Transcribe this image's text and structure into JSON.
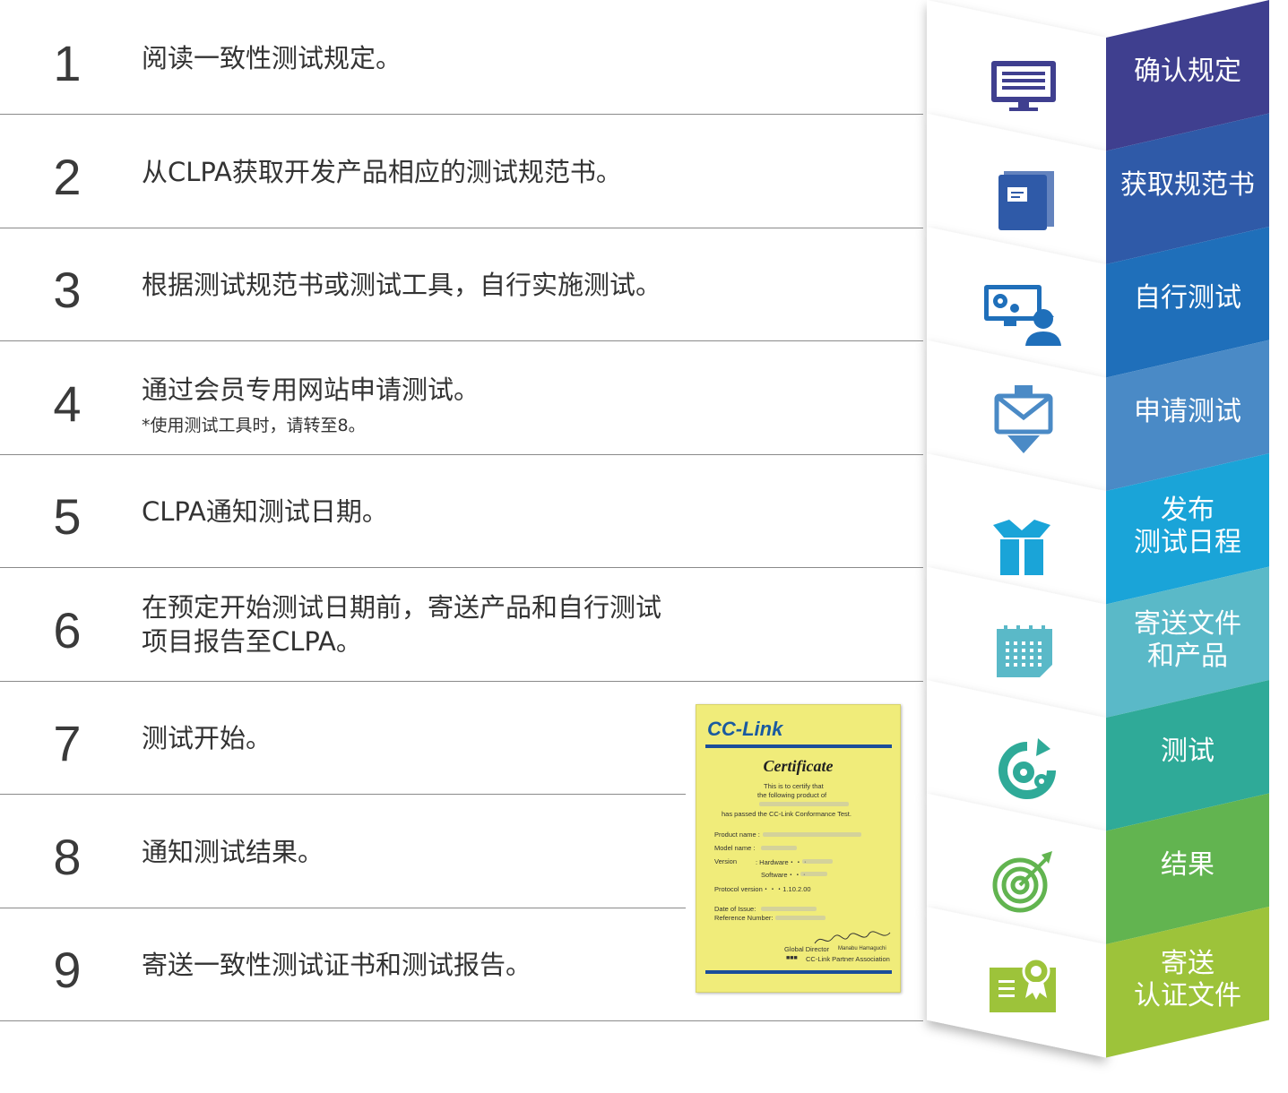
{
  "steps": [
    {
      "num": "1",
      "text": "阅读一致性测试规定。"
    },
    {
      "num": "2",
      "text": "从CLPA获取开发产品相应的测试规范书。"
    },
    {
      "num": "3",
      "text": "根据测试规范书或测试工具，自行实施测试。"
    },
    {
      "num": "4",
      "text": "通过会员专用网站申请测试。",
      "note": "*使用测试工具时，请转至8。"
    },
    {
      "num": "5",
      "text": "CLPA通知测试日期。"
    },
    {
      "num": "6",
      "text": "在预定开始测试日期前，寄送产品和自行测试",
      "text2": "项目报告至CLPA。"
    },
    {
      "num": "7",
      "text": "测试开始。"
    },
    {
      "num": "8",
      "text": "通知测试结果。"
    },
    {
      "num": "9",
      "text": "寄送一致性测试证书和测试报告。"
    }
  ],
  "stages": [
    {
      "line1": "确认规定",
      "line2": "",
      "color": "#3f3f8f",
      "icon": "monitor-document-icon"
    },
    {
      "line1": "获取规范书",
      "line2": "",
      "color": "#2f5aa8",
      "icon": "book-icon"
    },
    {
      "line1": "自行测试",
      "line2": "",
      "color": "#1f6fba",
      "icon": "engineer-gear-monitor-icon"
    },
    {
      "line1": "申请测试",
      "line2": "",
      "color": "#4a8ac6",
      "icon": "mail-download-icon"
    },
    {
      "line1": "发布",
      "line2": "测试日程",
      "color": "#1aa4d8",
      "icon": "open-box-icon"
    },
    {
      "line1": "寄送文件",
      "line2": "和产品",
      "color": "#5ab9c8",
      "icon": "calendar-icon"
    },
    {
      "line1": "测试",
      "line2": "",
      "color": "#2faa98",
      "icon": "gear-cycle-icon"
    },
    {
      "line1": "结果",
      "line2": "",
      "color": "#62b450",
      "icon": "target-icon"
    },
    {
      "line1": "寄送",
      "line2": "认证文件",
      "color": "#9dc33a",
      "icon": "certificate-award-icon"
    }
  ],
  "certificate": {
    "logo": "CC-Link",
    "title": "Certificate",
    "l1": "This is to certify that",
    "l2": "the following product of",
    "l3": "has passed the CC-Link Conformance Test.",
    "product_name": "Product name :",
    "model_name": "Model name :",
    "version": "Version",
    "hardware": ": Hardware・・・",
    "software": "Software・・・",
    "protocol": "Protocol version・・・1.10.2.00",
    "date": "Date of Issue:",
    "ref": "Reference Number:",
    "director": "Global Director",
    "director_name": "Manabu Hamaguchi",
    "assoc": "CC-Link Partner Association"
  }
}
